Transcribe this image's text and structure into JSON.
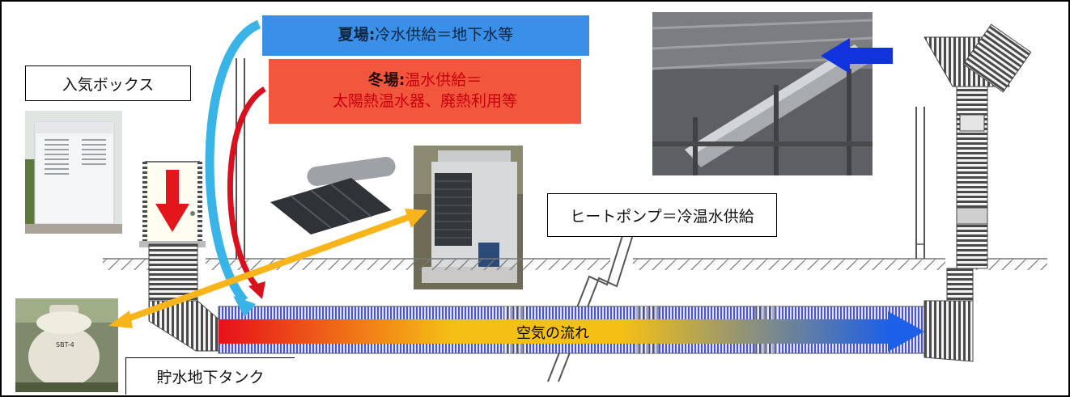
{
  "labels": {
    "intake_box": "入気ボックス",
    "heat_pump": "ヒートポンプ＝冷温水供給",
    "storage_tank": "貯水地下タンク",
    "air_flow": "空気の流れ"
  },
  "summer_banner": {
    "prefix": "夏場",
    "sep": ":",
    "text": "冷水供給＝地下水等",
    "bg": "#3a8fe8"
  },
  "winter_banner": {
    "prefix": "冬場",
    "sep": ":",
    "line1": "温水供給＝",
    "line2": "太陽熱温水器、廃熱利用等",
    "bg": "#f2573d"
  },
  "tank_marking": "SBT-4",
  "colors": {
    "summer_arrow": "#39b4e6",
    "winter_arrow": "#d9101d",
    "intake_arrow": "#e2161b",
    "ceiling_arrow": "#1133dd",
    "link_arrow": "#f7b51b",
    "flow_start": "#e8101a",
    "flow_mid": "#f5c015",
    "flow_end": "#1c5fe8"
  }
}
